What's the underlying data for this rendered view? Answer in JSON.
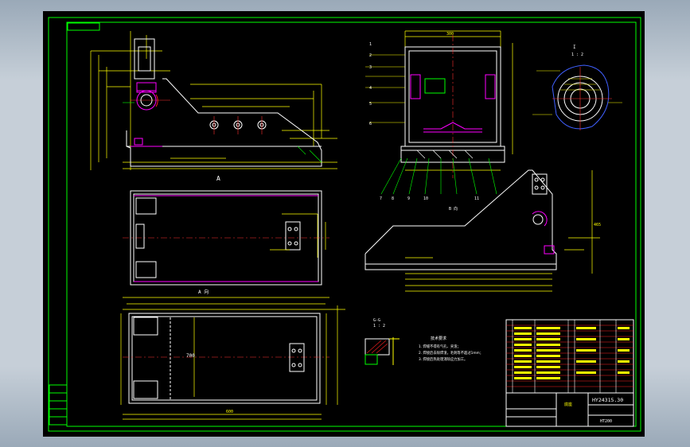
{
  "colors": {
    "background": "#000000",
    "frame": "#00ff00",
    "outline": "#ffffff",
    "dimension": "#ffff00",
    "center_line": "#ff3030",
    "highlight": "#ff00ff",
    "hatch": "#ff2020",
    "hidden": "#00ffff"
  },
  "drawing": {
    "view_label_A": "A",
    "view_label_A_title": "A 向",
    "view_label_B": "B 向",
    "section_label": "G-G",
    "section_scale": "1 : 2",
    "detail_label": "I",
    "detail_scale": "1 : 2",
    "dim_top_width": "300",
    "dim_plan_length": "700",
    "dim_right_height": "465",
    "dim_bottom_length": "600"
  },
  "tech_requirements": {
    "title": "技术要求",
    "lines": [
      "1. 焊缝不得有气孔、夹渣；",
      "2. 焊接后去除焊渣，毛刺等不超过1mm；",
      "3. 焊接后热处理消除应力加工。"
    ]
  },
  "title_block": {
    "drawing_number": "HY24315.30",
    "material_note": "HT200",
    "name": "底座"
  },
  "leader_numbers": [
    "1",
    "2",
    "3",
    "4",
    "5",
    "6",
    "7",
    "8",
    "9",
    "10",
    "11"
  ]
}
